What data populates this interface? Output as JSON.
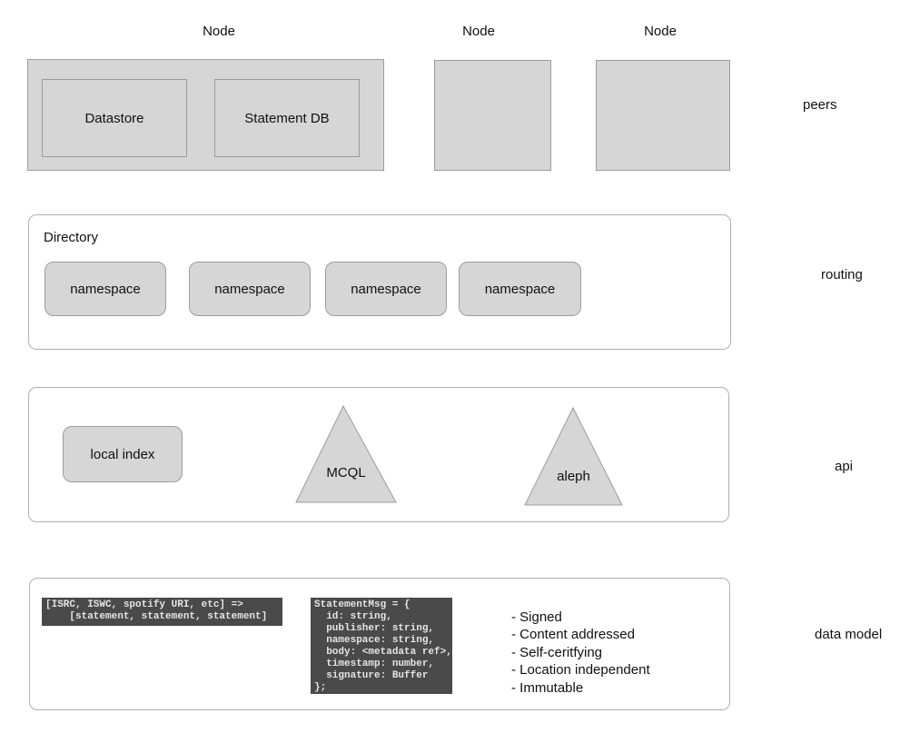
{
  "peers_row": {
    "label": "peers",
    "node_titles": [
      "Node",
      "Node",
      "Node"
    ],
    "node1_children": [
      "Datastore",
      "Statement DB"
    ]
  },
  "routing_row": {
    "label": "routing",
    "container_title": "Directory",
    "namespaces": [
      "namespace",
      "namespace",
      "namespace",
      "namespace"
    ]
  },
  "api_row": {
    "label": "api",
    "local_index_label": "local index",
    "triangle_labels": [
      "MCQL",
      "aleph"
    ]
  },
  "data_model_row": {
    "label": "data model",
    "index_mapping_code": "[ISRC, ISWC, spotify URI, etc] =>\n    [statement, statement, statement]",
    "statement_msg_code": "StatementMsg = {\n  id: string,\n  publisher: string,\n  namespace: string,\n  body: <metadata ref>,\n  timestamp: number,\n  signature: Buffer\n};",
    "bullets": [
      "- Signed",
      "- Content addressed",
      "- Self-ceritfying",
      "- Location independent",
      "- Immutable"
    ]
  },
  "colors": {
    "background": "#ffffff",
    "shape_fill": "#d6d6d6",
    "shape_border": "#9c9c9c",
    "container_border": "#b0b0b0",
    "code_background": "#4a4a4a",
    "code_text": "#e5e5e5",
    "text": "#111111"
  }
}
